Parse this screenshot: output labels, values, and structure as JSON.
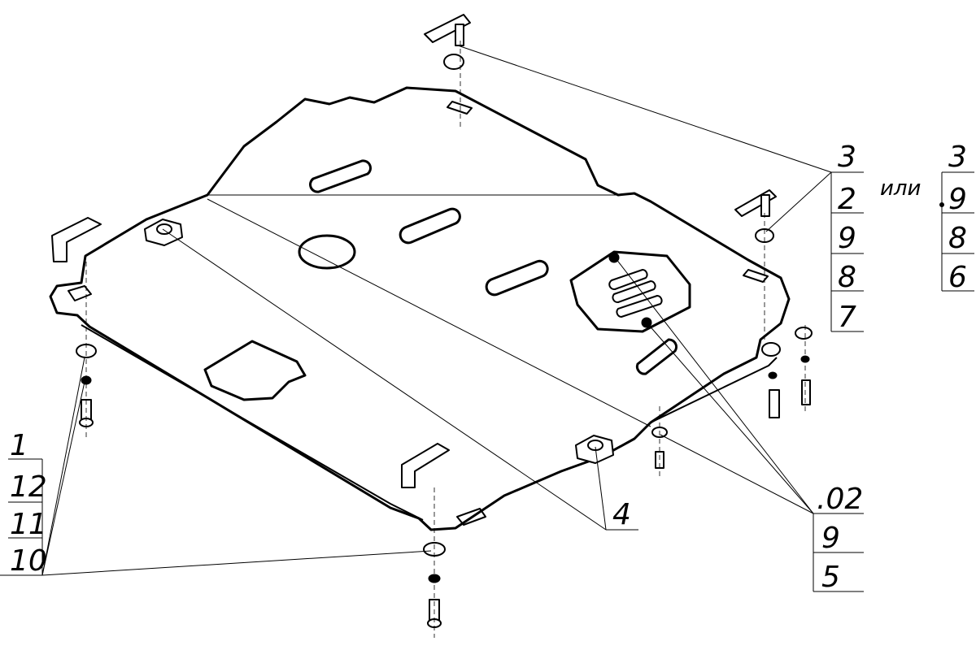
{
  "groups": {
    "top_right": [
      "3",
      "2",
      "9",
      "8",
      "7"
    ],
    "alt_separator": "или",
    "alt": [
      "3",
      "9",
      "8",
      "6"
    ],
    "left": [
      "1",
      "12",
      "11",
      "10"
    ],
    "center_bottom": "4",
    "bottom_right": [
      ".02",
      "9",
      "5"
    ]
  }
}
